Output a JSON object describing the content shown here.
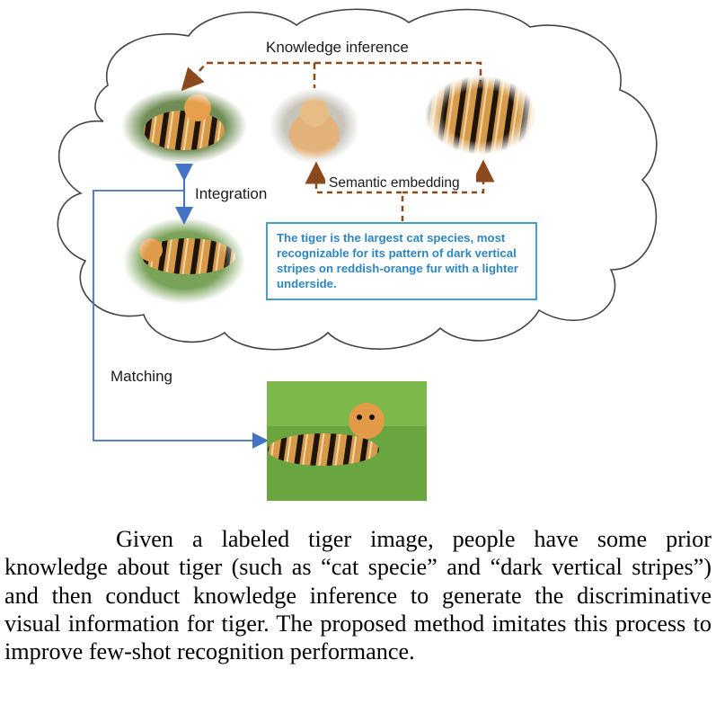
{
  "figure": {
    "labels": {
      "knowledge_inference": "Knowledge inference",
      "semantic_embedding": "Semantic embedding",
      "integration": "Integration",
      "matching": "Matching"
    },
    "description": "The tiger is the largest cat species, most recognizable for its pattern of dark vertical stripes on reddish-orange fur with a lighter underside.",
    "colors": {
      "dashed_arrow": "#8b4a1c",
      "solid_arrow": "#4472c4",
      "description_border": "#4aa0c4",
      "description_text": "#2e86c1"
    }
  },
  "caption": {
    "text": "Given a labeled tiger image, people have some prior knowledge about tiger (such as “cat specie” and “dark vertical stripes”) and then conduct knowledge inference to generate the discriminative visual information for tiger. The proposed method imitates this process to improve few-shot recognition performance."
  }
}
